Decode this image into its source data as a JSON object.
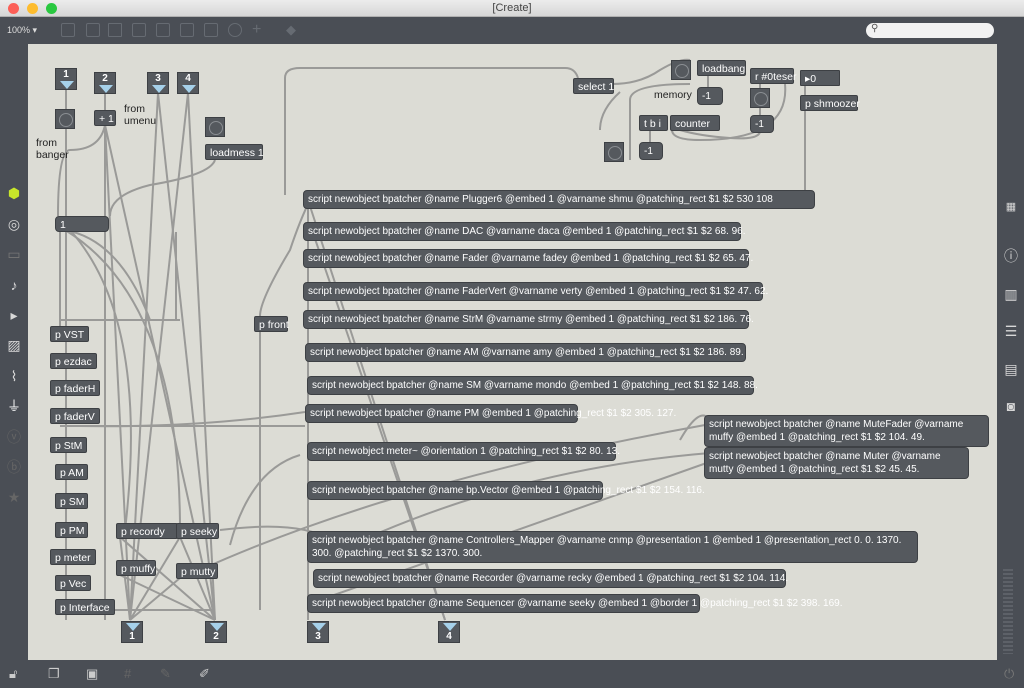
{
  "window": {
    "title": "[Create]"
  },
  "toolbar": {
    "zoom": "100%",
    "search_placeholder": ""
  },
  "patch": {
    "inlets": [
      "1",
      "2",
      "3",
      "4"
    ],
    "outlets": [
      "1",
      "2",
      "3",
      "4"
    ],
    "labels": {
      "from_banger": "from banger",
      "from_umenu": "from umenu",
      "memory": "memory"
    },
    "objects": {
      "plus": "+ 1",
      "loadmess": "loadmess 1",
      "number1": "1",
      "select": "select 1",
      "loadbang": "loadbang",
      "receive": "r #0teser",
      "number0": "0",
      "shmoozer": "p shmoozer",
      "minus1a": "-1",
      "minus1b": "-1",
      "minus1c": "-1",
      "counter": "counter",
      "tbi": "t b i",
      "front": "p front",
      "recordy": "p recordy",
      "seeky": "p seeky",
      "muffy": "p muffy",
      "mutty": "p mutty"
    },
    "stack": [
      "p VST",
      "p ezdac",
      "p faderH",
      "p faderV",
      "p StM",
      "p AM",
      "p SM",
      "p PM",
      "p meter",
      "p Vec",
      "p Interface"
    ],
    "scripts": [
      "script newobject bpatcher @name Plugger6 @embed 1 @varname shmu @patching_rect $1 $2 530 108",
      "script newobject bpatcher @name DAC @varname daca @embed 1 @patching_rect $1 $2 68. 96.",
      "script newobject bpatcher @name Fader @varname fadey @embed 1 @patching_rect $1 $2 65. 47.",
      "script newobject bpatcher @name FaderVert @varname verty @embed 1 @patching_rect $1 $2 47. 62.",
      "script newobject bpatcher @name StrM @varname strmy @embed 1 @patching_rect $1 $2 186. 76.",
      "script newobject bpatcher @name AM @varname amy @embed 1 @patching_rect $1 $2 186. 89.",
      "script newobject bpatcher @name SM @varname mondo @embed 1 @patching_rect $1 $2 148. 88.",
      "script newobject bpatcher @name PM @embed 1 @patching_rect $1 $2 305. 127.",
      "script newobject bpatcher @name MuteFader @varname muffy @embed 1 @patching_rect $1 $2 104. 49.",
      "script newobject meter~ @orientation 1 @patching_rect $1 $2 80. 13.",
      "script newobject bpatcher @name Muter @varname mutty @embed 1 @patching_rect $1 $2 45. 45.",
      "script newobject bpatcher @name bp.Vector @embed 1 @patching_rect $1 $2 154. 116.",
      "script newobject bpatcher @name Controllers_Mapper @varname cnmp @presentation 1 @embed 1 @presentation_rect 0. 0. 1370. 300. @patching_rect $1 $2 1370. 300.",
      "script newobject bpatcher @name Recorder @varname recky @embed 1 @patching_rect $1 $2 104. 114.",
      "script newobject bpatcher @name Sequencer @varname seeky @embed 1 @border 1 @patching_rect $1 $2 398. 169."
    ]
  },
  "colors": {
    "canvas": "#dcdcd5",
    "object": "#55595e",
    "chrome": "#4a4e55",
    "inlet_arrow": "#a6d1ea",
    "accent": "#c8e62a"
  }
}
